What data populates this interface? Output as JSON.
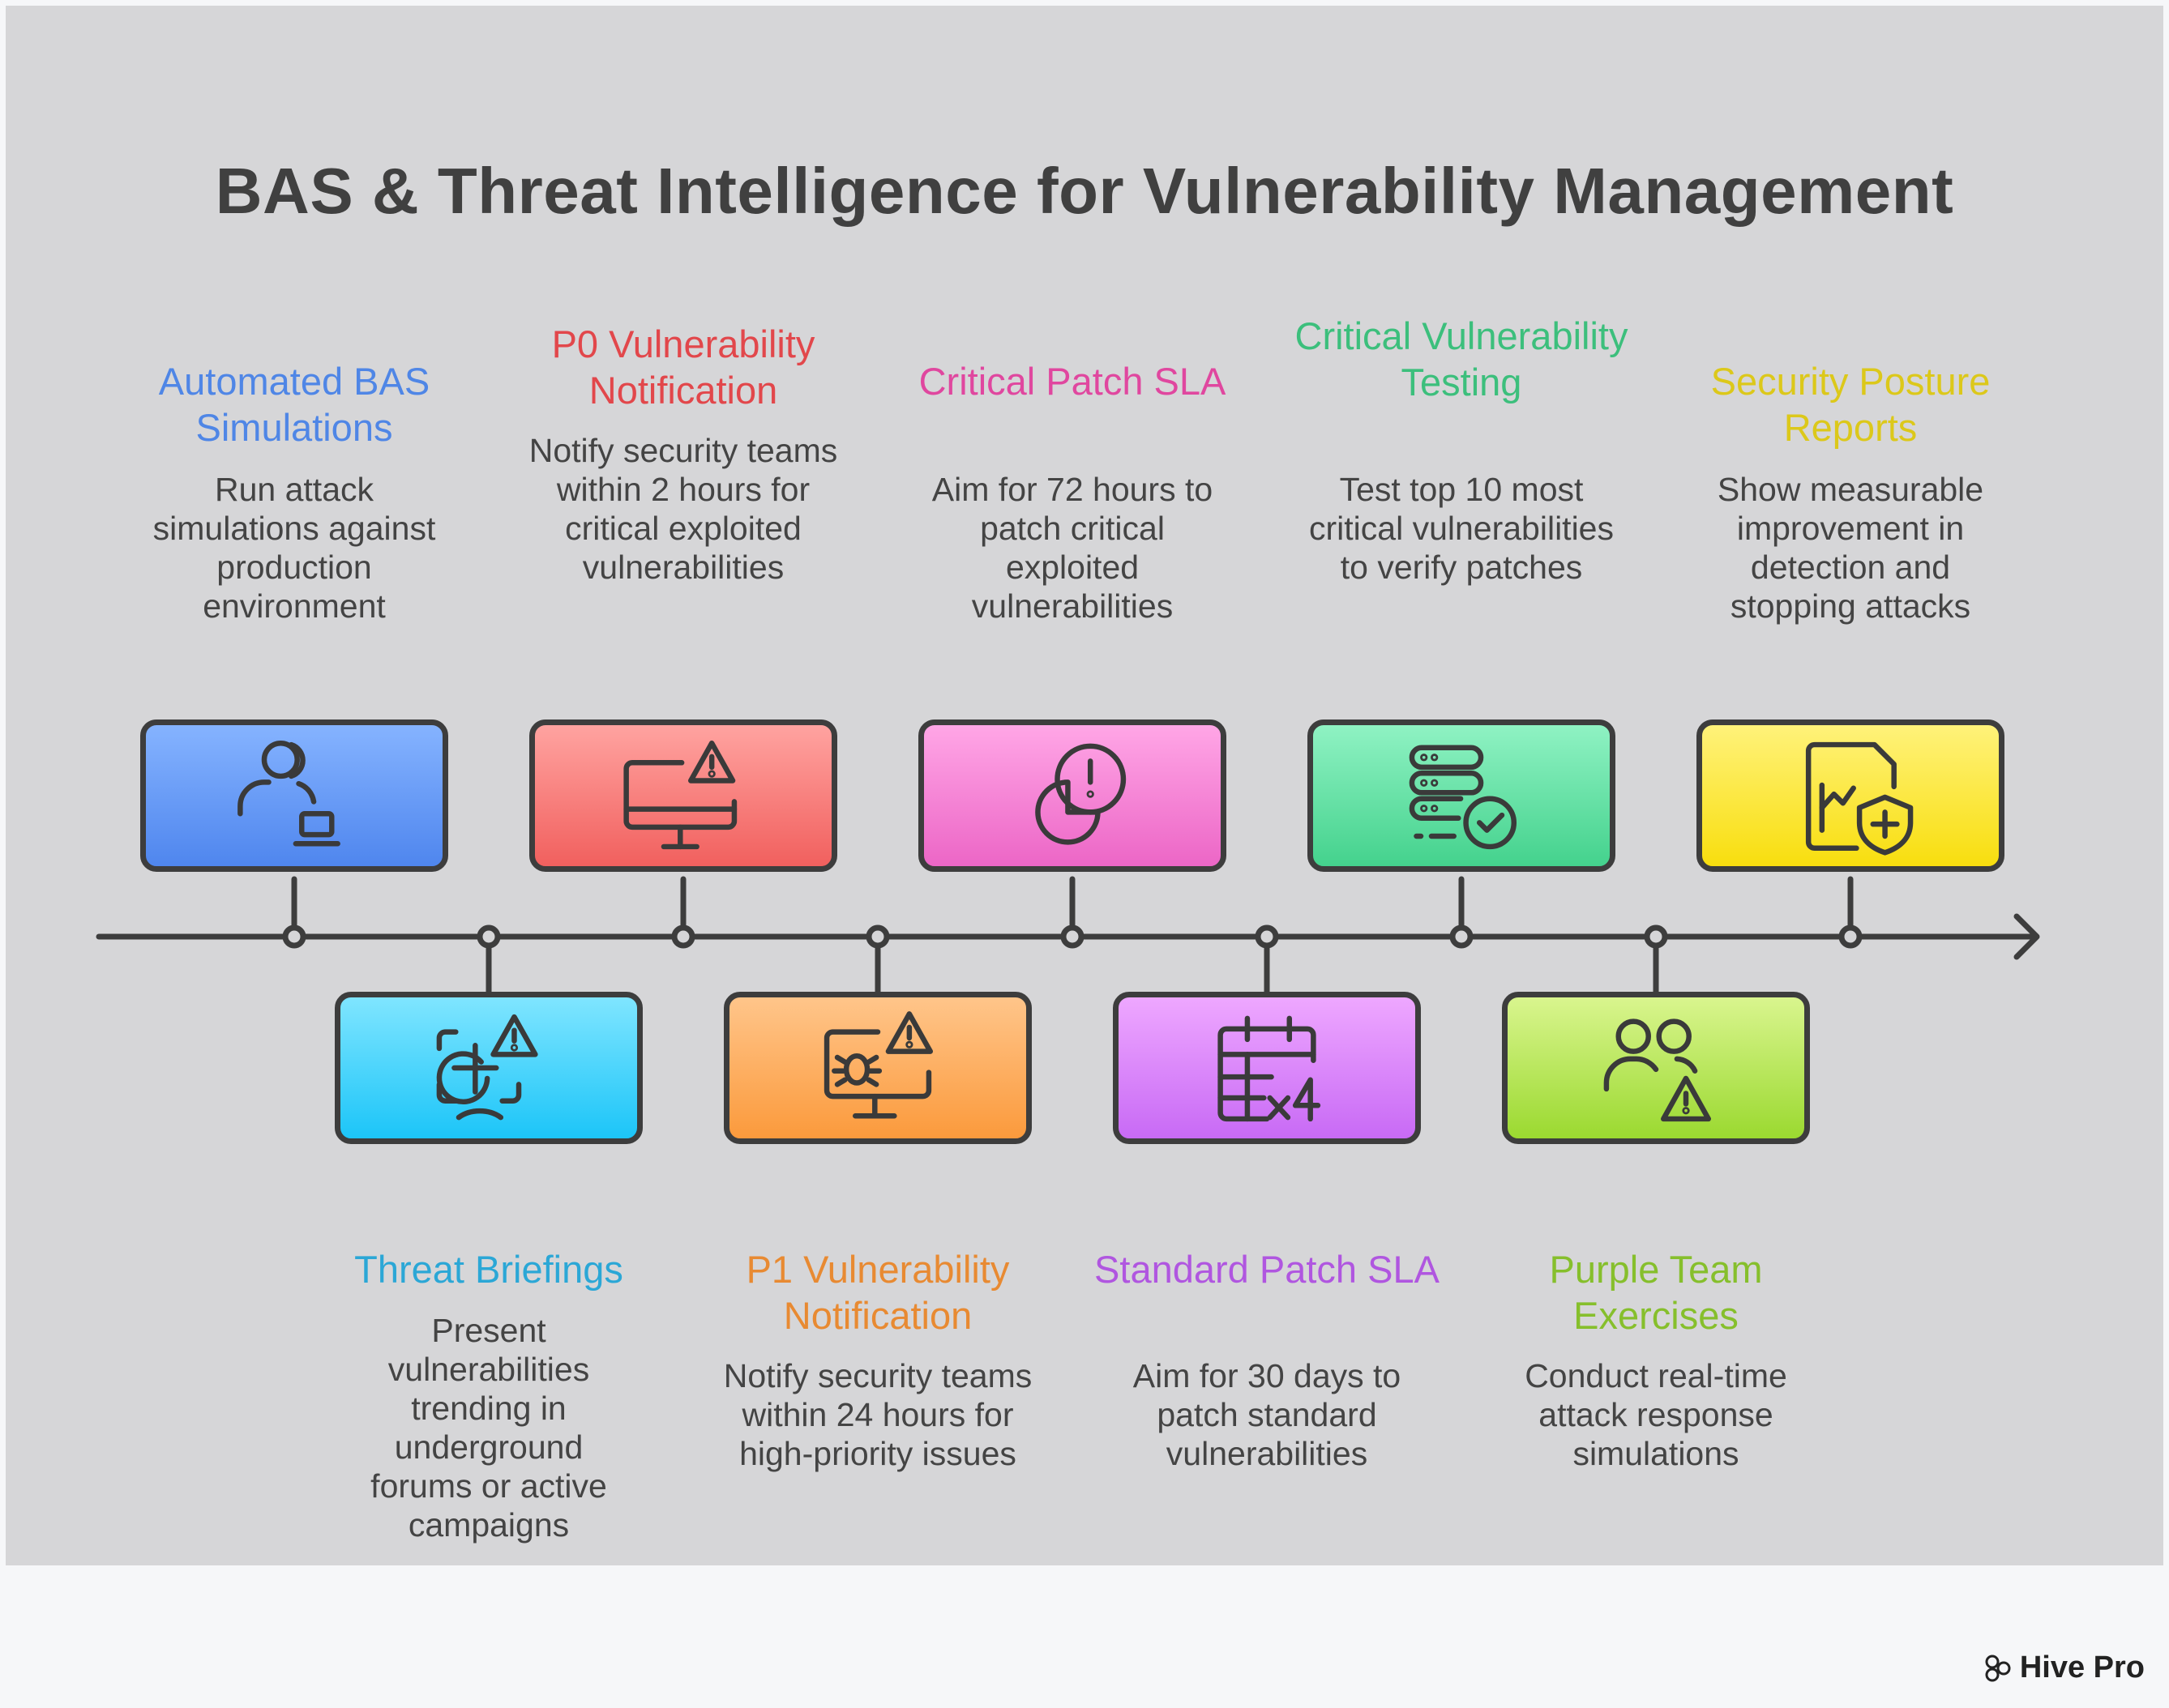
{
  "title": "BAS & Threat Intelligence for Vulnerability Management",
  "steps_top": [
    {
      "heading": "Automated BAS Simulations",
      "description": "Run attack simulations against production environment",
      "color": "#4f86e6",
      "icon": "users-laptop-icon"
    },
    {
      "heading": "P0 Vulnerability Notification",
      "description": "Notify security teams within 2 hours for critical exploited vulnerabilities",
      "color": "#e2474b",
      "icon": "monitor-warning-icon"
    },
    {
      "heading": "Critical Patch SLA",
      "description": "Aim for 72 hours to patch critical exploited vulnerabilities",
      "color": "#e0479f",
      "icon": "pie-alert-icon"
    },
    {
      "heading": "Critical Vulnerability Testing",
      "description": "Test top 10 most critical vulnerabilities to verify patches",
      "color": "#3cbf7c",
      "icon": "server-check-icon"
    },
    {
      "heading": "Security Posture Reports",
      "description": "Show measurable improvement in detection and stopping attacks",
      "color": "#dcc81a",
      "icon": "report-shield-icon"
    }
  ],
  "steps_bottom": [
    {
      "heading": "Threat Briefings",
      "description": "Present vulnerabilities trending in underground forums or active campaigns",
      "color": "#2ba7d6",
      "icon": "globe-warning-icon"
    },
    {
      "heading": "P1 Vulnerability Notification",
      "description": "Notify security teams within 24 hours for high-priority issues",
      "color": "#e88a32",
      "icon": "bug-monitor-warning-icon"
    },
    {
      "heading": "Standard Patch SLA",
      "description": "Aim for 30 days to patch standard vulnerabilities",
      "color": "#b056e0",
      "icon": "calendar-x4-icon"
    },
    {
      "heading": "Purple Team Exercises",
      "description": "Conduct real-time attack response simulations",
      "color": "#86bf2c",
      "icon": "team-warning-icon"
    }
  ],
  "box_gradients": {
    "top": [
      [
        "#85b3ff",
        "#4f86ee"
      ],
      [
        "#ffa3a0",
        "#f1605e"
      ],
      [
        "#ffa6e6",
        "#ec66c6"
      ],
      [
        "#8ff2c3",
        "#44d28d"
      ],
      [
        "#fff27a",
        "#f8de0e"
      ]
    ],
    "bottom": [
      [
        "#7fe5ff",
        "#1cc5f8"
      ],
      [
        "#ffc58a",
        "#fb9a3c"
      ],
      [
        "#eea7ff",
        "#c86af5"
      ],
      [
        "#d9f58e",
        "#9bd930"
      ]
    ]
  },
  "logo": {
    "text": "Hive Pro"
  }
}
